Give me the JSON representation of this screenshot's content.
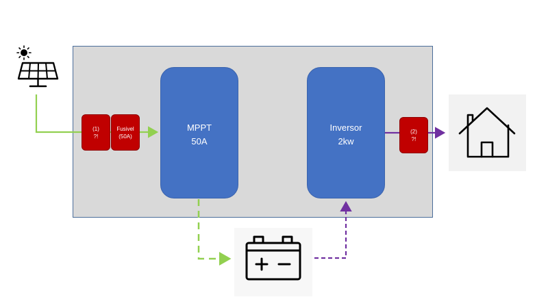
{
  "blocks": {
    "mppt": {
      "line1": "MPPT",
      "line2": "50A"
    },
    "inversor": {
      "line1": "Inversor",
      "line2": "2kw"
    }
  },
  "protections": {
    "p1": {
      "line1": "(1)",
      "line2": "?!"
    },
    "fusivel": {
      "line1": "Fusivel",
      "line2": "(50A)"
    },
    "p2": {
      "line1": "(2)",
      "line2": "?!"
    }
  },
  "colors": {
    "system_box": "#d9d9d9",
    "block_blue": "#4472c4",
    "protection_red": "#c00000",
    "dc_line_green": "#92d050",
    "ac_line_purple": "#7030a0"
  },
  "icons": [
    "sun-icon",
    "solar-panel-icon",
    "battery-icon",
    "house-icon"
  ]
}
